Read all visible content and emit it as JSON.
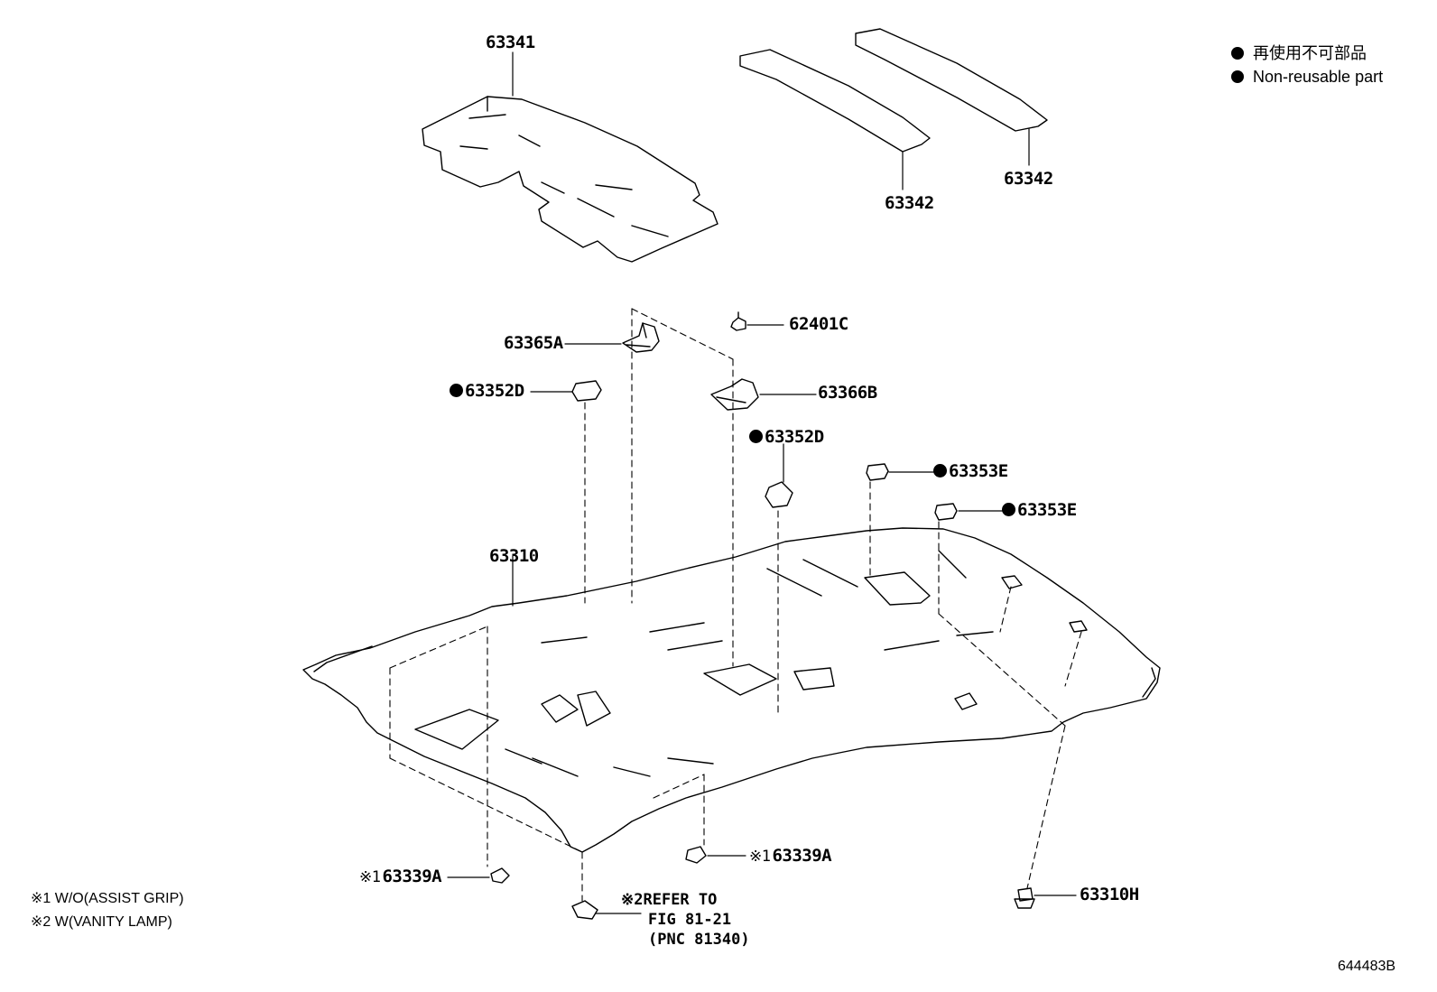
{
  "legend": {
    "jp": "再使用不可部品",
    "en": "Non-reusable part"
  },
  "parts": {
    "p63341": "63341",
    "p63342_a": "63342",
    "p63342_b": "63342",
    "p63365A": "63365A",
    "p62401C": "62401C",
    "p63352D_a": "63352D",
    "p63366B": "63366B",
    "p63352D_b": "63352D",
    "p63353E_a": "63353E",
    "p63353E_b": "63353E",
    "p63310": "63310",
    "p63339A_a": "63339A",
    "p63339A_b": "63339A",
    "p63310H": "63310H"
  },
  "refs": {
    "r1": "※1",
    "r2": "※2"
  },
  "refer": {
    "line1": "REFER TO",
    "line2": "FIG 81-21",
    "line3": "(PNC 81340)"
  },
  "notes": {
    "n1": "※1 W/O(ASSIST GRIP)",
    "n2": "※2 W(VANITY LAMP)"
  },
  "diagram_code": "644483B",
  "non_reusable_marker": "black-dot"
}
